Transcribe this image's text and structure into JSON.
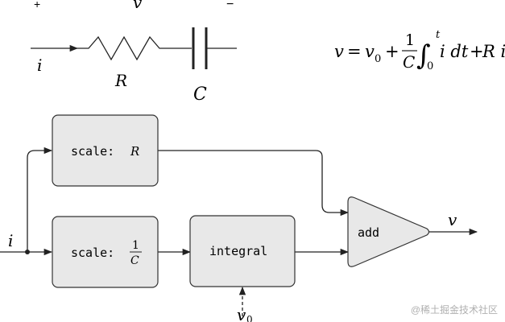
{
  "circuit": {
    "plus": "+",
    "minus": "−",
    "voltage": "v",
    "current": "i",
    "resistor": "R",
    "capacitor": "C"
  },
  "equation": {
    "lhs": "v",
    "eq": "=",
    "v0_base": "v",
    "v0_sub": "0",
    "plus1": "+",
    "frac_num": "1",
    "frac_den": "C",
    "integral": "∫",
    "int_upper": "t",
    "int_lower": "0",
    "integrand": "i dt",
    "plus2": "+",
    "tail": "R i"
  },
  "blocks": {
    "scale_r": {
      "prefix": "scale:",
      "param": "R"
    },
    "scale_c": {
      "prefix": "scale:",
      "num": "1",
      "den": "C"
    },
    "integral": {
      "label": "integral"
    },
    "add": {
      "label": "add"
    }
  },
  "signals": {
    "input": "i",
    "output": "v",
    "init_base": "v",
    "init_sub": "0"
  },
  "watermark": "@稀土掘金技术社区"
}
